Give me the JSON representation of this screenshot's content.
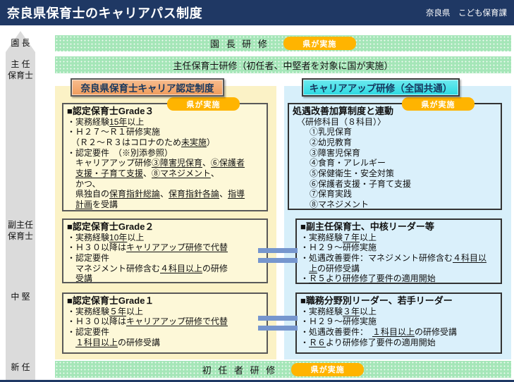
{
  "header": {
    "title": "奈良県保育士のキャリアパス制度",
    "department": "奈良県　こども保育課"
  },
  "badge_label": "県が実施",
  "role_axis": {
    "items": [
      {
        "label": "園 長"
      },
      {
        "label": "主 任\n保育士"
      },
      {
        "label": "副主任\n保育士"
      },
      {
        "label": "中 堅"
      },
      {
        "label": "新 任"
      }
    ]
  },
  "bands": {
    "top": {
      "label": "園 長 研 修",
      "badge": "県が実施"
    },
    "middle": {
      "label": "主任保育士研修（初任者、中堅者を対象に国が実施）"
    },
    "bottom": {
      "label": "初 任 者 研 修",
      "badge": "県が実施"
    }
  },
  "left_track": {
    "title": "奈良県保育士キャリア認定制度",
    "badge": "県が実施",
    "grade3": {
      "lines": [
        [
          {
            "t": "■認定保育士Grade３",
            "b": true
          }
        ],
        [
          {
            "t": "・実務経験"
          },
          {
            "t": "15年",
            "u": true
          },
          {
            "t": "以上"
          }
        ],
        [
          {
            "t": "・Ｈ２７～Ｒ１研修実施"
          }
        ],
        [
          {
            "t": "　（Ｒ２～Ｒ３はコロナのため"
          },
          {
            "t": "未実施",
            "u": true
          },
          {
            "t": "）"
          }
        ],
        [
          {
            "t": "・認定要件　（※別添参照）"
          }
        ],
        [
          {
            "t": "　キャリアアップ研修"
          },
          {
            "t": "③障害児保育",
            "u": true
          },
          {
            "t": "、"
          },
          {
            "t": "⑥保護者",
            "u": true
          }
        ],
        [
          {
            "t": "　"
          },
          {
            "t": "支援・子育て支援",
            "u": true
          },
          {
            "t": "、"
          },
          {
            "t": "⑧マネジメント",
            "u": true
          },
          {
            "t": "、"
          }
        ],
        [
          {
            "t": "　かつ、"
          }
        ],
        [
          {
            "t": "　県独自の"
          },
          {
            "t": "保育指針総論",
            "u": true
          },
          {
            "t": "、"
          },
          {
            "t": "保育指針各論",
            "u": true
          },
          {
            "t": "、"
          },
          {
            "t": "指導",
            "u": true
          }
        ],
        [
          {
            "t": "　"
          },
          {
            "t": "計画",
            "u": true
          },
          {
            "t": "を受講"
          }
        ]
      ]
    },
    "grade2": {
      "lines": [
        [
          {
            "t": "■認定保育士Grade２",
            "b": true
          }
        ],
        [
          {
            "t": "・実務経験"
          },
          {
            "t": "10年",
            "u": true
          },
          {
            "t": "以上"
          }
        ],
        [
          {
            "t": "・Ｈ３０以降は"
          },
          {
            "t": "キャリアアップ研修で代替",
            "u": true
          }
        ],
        [
          {
            "t": "・認定要件"
          }
        ],
        [
          {
            "t": "　マネジメント研修含む"
          },
          {
            "t": "４科目以上",
            "u": true
          },
          {
            "t": "の研修"
          }
        ],
        [
          {
            "t": "　受講"
          }
        ]
      ]
    },
    "grade1": {
      "lines": [
        [
          {
            "t": "■認定保育士Grade１",
            "b": true
          }
        ],
        [
          {
            "t": "・実務経験"
          },
          {
            "t": "５年",
            "u": true
          },
          {
            "t": "以上"
          }
        ],
        [
          {
            "t": "・Ｈ３０以降は"
          },
          {
            "t": "キャリアアップ研修で代替",
            "u": true
          }
        ],
        [
          {
            "t": "・認定要件"
          }
        ],
        [
          {
            "t": "　"
          },
          {
            "t": "１科目以上",
            "u": true
          },
          {
            "t": "の研修受講"
          }
        ]
      ]
    }
  },
  "right_track": {
    "title": "キャリアアップ研修（全国共通）",
    "badge": "県が実施",
    "subjects": {
      "lines": [
        [
          {
            "t": "処遇改善加算制度と連動",
            "b": true
          }
        ],
        [
          {
            "t": "　〈研修科目（８科目）〉"
          }
        ],
        [
          {
            "t": "　　①乳児保育"
          }
        ],
        [
          {
            "t": "　　②幼児教育"
          }
        ],
        [
          {
            "t": "　　③障害児保育"
          }
        ],
        [
          {
            "t": "　　④食育・アレルギー"
          }
        ],
        [
          {
            "t": "　　⑤保健衛生・安全対策"
          }
        ],
        [
          {
            "t": "　　⑥保護者支援・子育て支援"
          }
        ],
        [
          {
            "t": "　　⑦保育実践"
          }
        ],
        [
          {
            "t": "　　⑧マネジメント"
          }
        ]
      ]
    },
    "vice_chief": {
      "lines": [
        [
          {
            "t": "■副主任保育士、中核リーダー等",
            "b": true
          }
        ],
        [
          {
            "t": "・実務経験"
          },
          {
            "t": "７年",
            "u": true
          },
          {
            "t": "以上"
          }
        ],
        [
          {
            "t": "・Ｈ２９～研修実施"
          }
        ],
        [
          {
            "t": "・処遇改善要件：マネジメント研修含む"
          },
          {
            "t": "４科目以",
            "u": true
          }
        ],
        [
          {
            "t": "　"
          },
          {
            "t": "上",
            "u": true
          },
          {
            "t": "の研修受講"
          }
        ],
        [
          {
            "t": "・"
          },
          {
            "t": "Ｒ５",
            "u": true
          },
          {
            "t": "より研修修了要件の適用開始"
          }
        ]
      ]
    },
    "field_leader": {
      "lines": [
        [
          {
            "t": "■職務分野別リーダー、若手リーダー",
            "b": true
          }
        ],
        [
          {
            "t": "・実務経験"
          },
          {
            "t": "３年",
            "u": true
          },
          {
            "t": "以上"
          }
        ],
        [
          {
            "t": "・Ｈ２９～研修実施"
          }
        ],
        [
          {
            "t": "・処遇改善要件：　"
          },
          {
            "t": "１科目以上",
            "u": true
          },
          {
            "t": "の研修受講"
          }
        ],
        [
          {
            "t": "・"
          },
          {
            "t": "Ｒ６",
            "u": true
          },
          {
            "t": "より研修修了要件の適用開始"
          }
        ]
      ]
    }
  },
  "colors": {
    "titlebar_navy": "#1F3864",
    "band_green": "#A5E6B8",
    "badge_orange": "#FFB400",
    "panel_yellow": "#FBF2C6",
    "panel_blue": "#D7EFFA",
    "header_salmon": "#EF9B5B",
    "header_cyan": "#2BD9E2",
    "connector_blue": "#7696CE",
    "arrow_gray": "#DBDBDB"
  }
}
